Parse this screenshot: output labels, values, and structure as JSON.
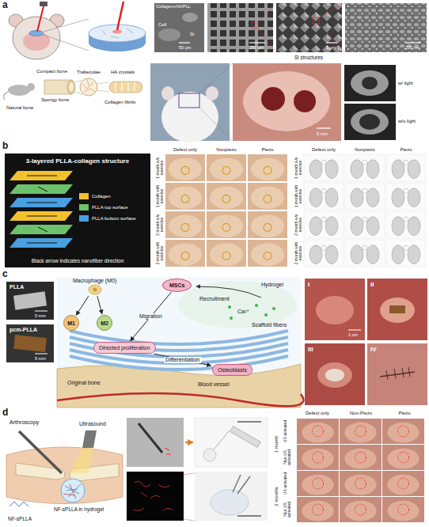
{
  "diagram": {
    "nodes": [
      {
        "text": [
          "3-layered PLLA-collagen structure",
          "Black arrow indicates nanofiber direction"
        ]
      },
      {
        "text": [
          "Macrophage (M0)"
        ]
      },
      {
        "text": [
          "M1"
        ]
      },
      {
        "text": [
          "M2"
        ]
      },
      {
        "text": [
          "MSCs"
        ]
      },
      {
        "text": [
          "Directed proliferation"
        ]
      },
      {
        "text": [
          "Osteoblasts"
        ]
      }
    ],
    "edges": [
      {
        "from": 1,
        "to": 2,
        "arrow": "to"
      },
      {
        "from": 1,
        "to": 3,
        "arrow": "to"
      },
      {
        "from": 4,
        "to": 5,
        "label": "Migration",
        "arrow": "to"
      },
      {
        "from": 5,
        "to": 6,
        "label": "Differentiation",
        "arrow": "to"
      }
    ],
    "labels": [
      "a",
      "Collagen+HA/PLL",
      "Cell",
      "Si",
      "50 μm",
      "250 μm",
      "5 μm",
      "200 nm",
      "Si structures",
      "Compact bone",
      "Spongy bone",
      "Trabeculae",
      "HA crystals",
      "Collagen fibrils",
      "Natural bone",
      "5 mm",
      "w/ light",
      "w/o light",
      "b",
      "Defect only",
      "Nonpiezo",
      "Piezo",
      "1 month w/o exercise",
      "1 month with exercise",
      "2 month w/o exercise",
      "2 month with exercise",
      "Defect only",
      "Nonpiezo",
      "Piezo",
      "1 month w/o exercise",
      "1 month with exercise",
      "2 month w/o exercise",
      "2 month with exercise",
      "c",
      "PLLA",
      "5 mm",
      "pcm-PLLA",
      "5 mm",
      "Recruitment",
      "Hydrogel",
      "Ca²⁺",
      "Scaffold fibers",
      "Original bone",
      "Blood vessel",
      "I",
      "II",
      "III",
      "IV",
      "1 cm",
      "d",
      "Arthroscopy",
      "Ultrasound",
      "NF-sPLLA",
      "NF-sPLLA in hydrogel",
      "Defect only",
      "Non-Piezo",
      "Piezo",
      "1 month",
      "US activated",
      "Non US activated",
      "2 months",
      "US activated",
      "Non US activated"
    ],
    "legend": [
      {
        "text": "Collagen",
        "color": "#f2c12e"
      },
      {
        "text": "PLLA top surface",
        "color": "#6cc26b"
      },
      {
        "text": "PLLA bottom surface",
        "color": "#4a9fe0"
      }
    ]
  }
}
